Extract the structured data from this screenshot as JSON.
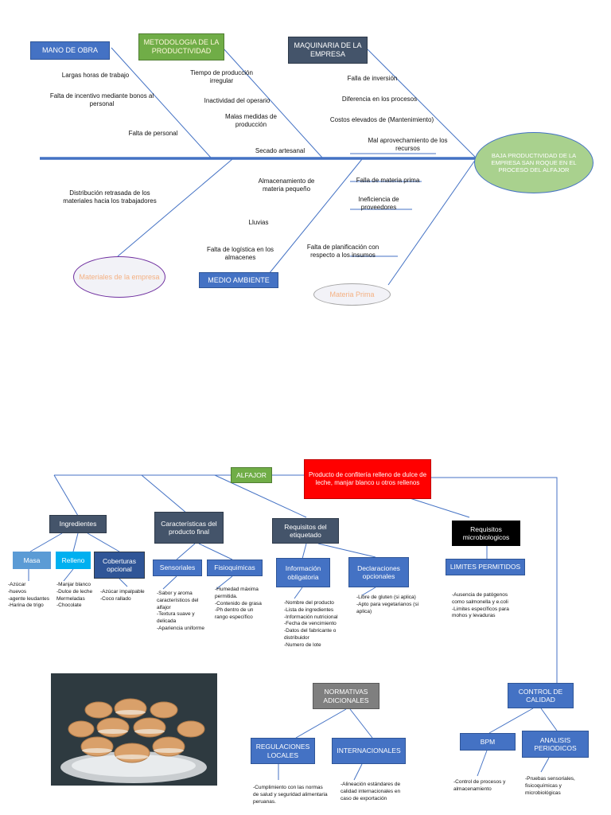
{
  "fishbone": {
    "head": "BAJA PRODUCTIVIDAD DE LA EMPRESA SAN ROQUE EN EL PROCESO DEL ALFAJOR",
    "categories": {
      "mano_de_obra": "MANO DE OBRA",
      "metodologia": "METODOLOGIA DE LA PRODUCTIVIDAD",
      "maquinaria": "MAQUINARIA DE LA EMPRESA",
      "materiales": "Materiales de la empresa",
      "medio_ambiente": "MEDIO AMBIENTE",
      "materia_prima": "Materia Prima"
    },
    "causes": {
      "largas_horas": "Largas horas de trabajo",
      "falta_incentivo": "Falta de incentivo mediante bonos al personal",
      "falta_personal": "Falta de personal",
      "tiempo_produccion": "Tiempo de producción irregular",
      "inactividad": "Inactividad del operario",
      "malas_medidas": "Malas medidas de producción",
      "secado": "Secado artesanal",
      "falla_inversion": "Falla de inversión",
      "diferencia_procesos": "Diferencia en los procesos",
      "costos_elevados": "Costos elevados de (Mantenimiento)",
      "mal_aprovechamiento": "Mal aprovechamiento de los recursos",
      "distribucion": "Distribución retrasada de los materiales hacia los trabajadores",
      "almacenamiento": "Almacenamiento de materia pequeño",
      "lluvias": "Lluvias",
      "falta_logistica": "Falta de logística en los almacenes",
      "falla_materia": "Falla de materia prima",
      "ineficiencia": "Ineficiencia de proveedores",
      "falta_planificacion": "Falta de planificación con respecto a los insumos"
    }
  },
  "map": {
    "alfajor": "ALFAJOR",
    "definicion": "Producto de confitería relleno de dulce de leche, manjar blanco u otros rellenos",
    "ingredientes": "Ingredientes",
    "caracteristicas": "Características del producto final",
    "requisitos_etiquetado": "Requisitos del etiquetado",
    "requisitos_micro": "Requisitos microbiologicos",
    "masa": "Masa",
    "relleno": "Relleno",
    "coberturas": "Coberturas opcional",
    "sensoriales": "Sensoriales",
    "fisioquimicas": "Fisioquimicas",
    "info_obligatoria": "Información obligatoria",
    "declaraciones": "Declaraciones opcionales",
    "limites": "LIMITES PERMITIDOS",
    "masa_list": "-Azúcar\n-huevos\n-agente leudantes\n-Harina de trigo",
    "relleno_list": "-Manjar blanco\n-Dulce de leche\nMermeladas\n-Chocolate",
    "coberturas_list": "-Azúcar impalpable\n-Coco rallado",
    "sensoriales_list": "-Sabor y aroma característicos del alfajor\n-Textura suave y delicada\n-Apariencia uniforme",
    "fisioquimicas_list": "-Humedad máxima permitida.\n-Contenido de grasa\n-Ph dentro de un rango específico",
    "info_list": "-Nombre del producto\n-Lista de ingredientes\n-Información nutricional\n-Fecha de vencimiento\n-Datos del fabricante o distribuidor\n-Numero de lote",
    "declaraciones_list": "-Libre de gluten (si aplica)\n-Apto para vegetarianos (si aplica)",
    "limites_list": "-Ausencia de patógenos como salmonella y e.coli\n-Limites específicos para mohos y levaduras",
    "normativas": "NORMATIVAS ADICIONALES",
    "regulaciones": "REGULACIONES LOCALES",
    "internacionales": "INTERNACIONALES",
    "regulaciones_list": "-Cumplimiento con las normas de salud y seguridad alimentaria peruanas.",
    "internacionales_list": "-Alineación estándares de calidad internacionales en caso de exportación",
    "control": "CONTROL DE CALIDAD",
    "bpm": "BPM",
    "analisis": "ANALISIS PERIODICOS",
    "bpm_list": "-Control de procesos y almacenamiento",
    "analisis_list": "-Pruebas sensoriales, fisicoquímicas y microbiológicas"
  },
  "photo": {
    "icon": "alfajores-photo"
  }
}
